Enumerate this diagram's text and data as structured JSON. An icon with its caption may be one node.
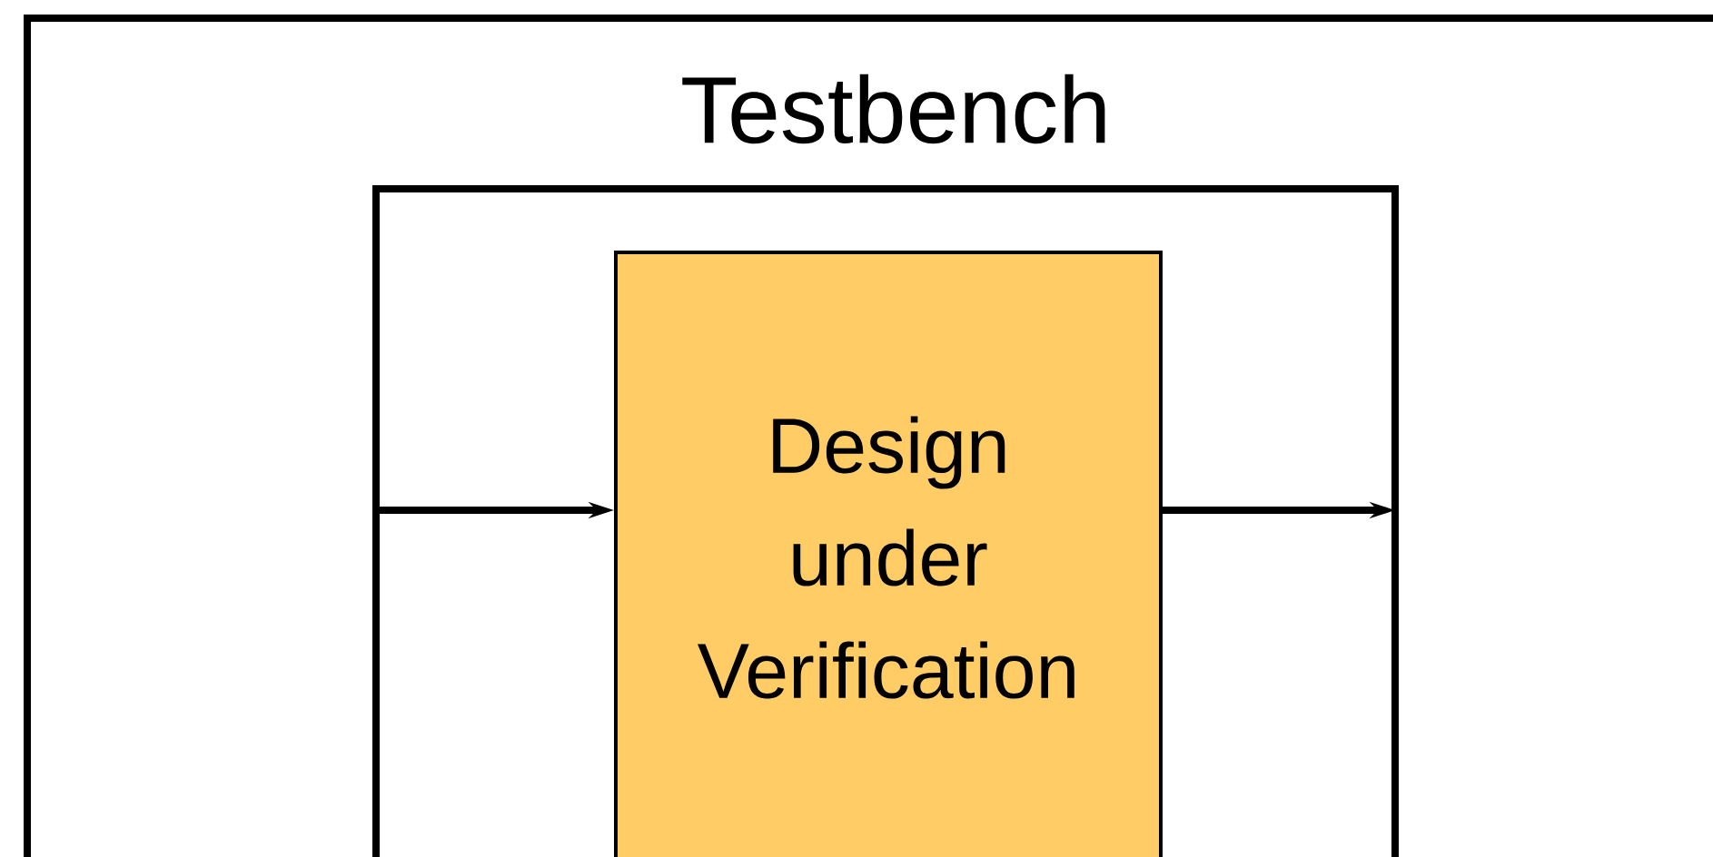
{
  "diagram": {
    "nodes": [
      {
        "text": [
          "Testbench"
        ]
      },
      {
        "text": [
          "Design under Verification"
        ],
        "in": 0
      }
    ],
    "edges": [
      {
        "from": 0,
        "to": 1,
        "arrow": "to"
      },
      {
        "from": 1,
        "to": 0,
        "arrow": "to"
      }
    ]
  }
}
